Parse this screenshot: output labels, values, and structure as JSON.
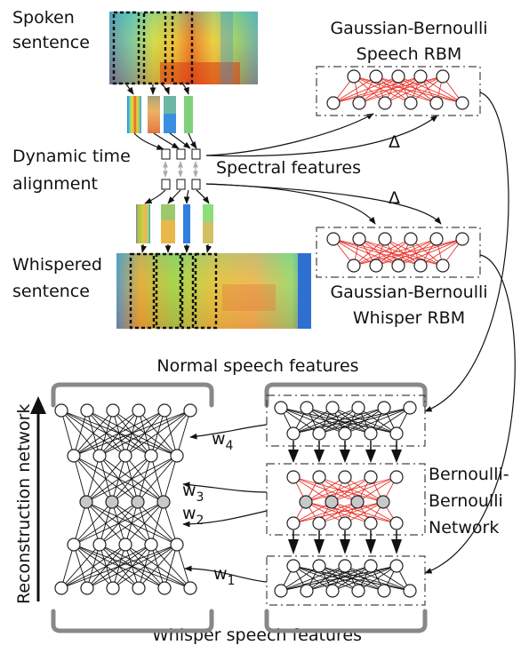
{
  "labels": {
    "spoken_sentence_1": "Spoken",
    "spoken_sentence_2": "sentence",
    "speech_rbm_1": "Gaussian-Bernoulli",
    "speech_rbm_2": "Speech RBM",
    "dtw_1": "Dynamic time",
    "dtw_2": "alignment",
    "spectral_features": "Spectral features",
    "delta_top": "Δ",
    "delta_bottom": "Δ",
    "whispered_sentence_1": "Whispered",
    "whispered_sentence_2": "sentence",
    "whisper_rbm_1": "Gaussian-Bernoulli",
    "whisper_rbm_2": "Whisper RBM",
    "normal_speech_features": "Normal speech features",
    "whisper_speech_features": "Whisper speech features",
    "reconstruction_network": "Reconstruction network",
    "bbn_1": "Bernoulli-",
    "bbn_2": "Bernoulli",
    "bbn_3": "Network",
    "w4": "w",
    "w4_sub": "4",
    "w3": "w",
    "w3_sub": "3",
    "w2": "w",
    "w2_sub": "2",
    "w1": "w",
    "w1_sub": "1"
  },
  "colors": {
    "rbm_edge": "#e8332a",
    "net_edge": "#111111",
    "frame": "#888888",
    "gray_node": "#c8c8c8"
  }
}
